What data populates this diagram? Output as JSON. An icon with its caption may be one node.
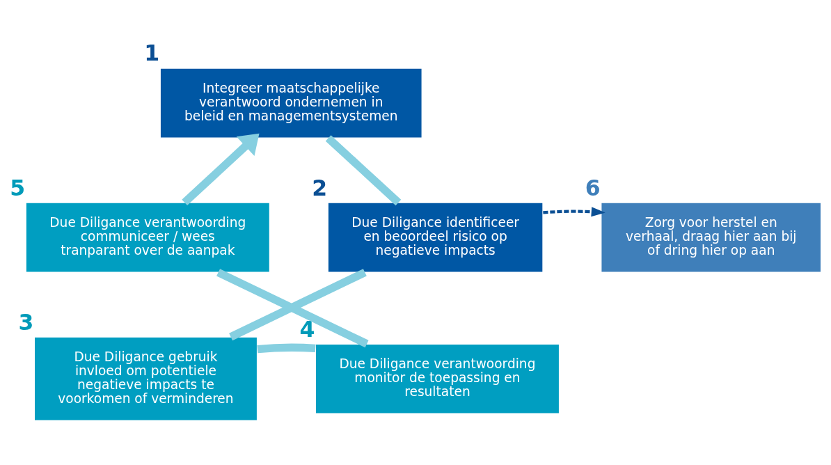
{
  "diagram": {
    "nodes": [
      {
        "text": [
          "Integreer maatschappelijke verantwoord ondernemen in beleid en managementsystemen"
        ],
        "beside": [
          "1"
        ]
      },
      {
        "text": [
          "Due Diligance identificeer en beoordeel risico op negatieve impacts"
        ],
        "beside": [
          "2"
        ]
      },
      {
        "text": [
          "Due Diligance gebruik invloed om potentiele negatieve impacts te voorkomen of verminderen"
        ],
        "beside": [
          "3"
        ]
      },
      {
        "text": [
          "Due Diligance verantwoording monitor de toepassing en resultaten"
        ],
        "beside": [
          "4"
        ]
      },
      {
        "text": [
          "Due Diligance verantwoording communiceer / wees tranparant over de aanpak"
        ],
        "beside": [
          "5"
        ]
      },
      {
        "text": [
          "Zorg voor herstel en verhaal, draag hier aan bij of dring hier op aan"
        ],
        "beside": [
          "6"
        ]
      }
    ],
    "edges": [
      {
        "from": 0,
        "to": 1,
        "arrow": "none"
      },
      {
        "from": 1,
        "to": 2,
        "arrow": "none"
      },
      {
        "from": 2,
        "to": 3,
        "arrow": "none"
      },
      {
        "from": 3,
        "to": 4,
        "arrow": "none"
      },
      {
        "from": 4,
        "to": 0,
        "arrow": "to"
      },
      {
        "from": 1,
        "to": 5,
        "arrow": "to",
        "style": "dashed",
        "color": "#0b4f94"
      }
    ]
  }
}
